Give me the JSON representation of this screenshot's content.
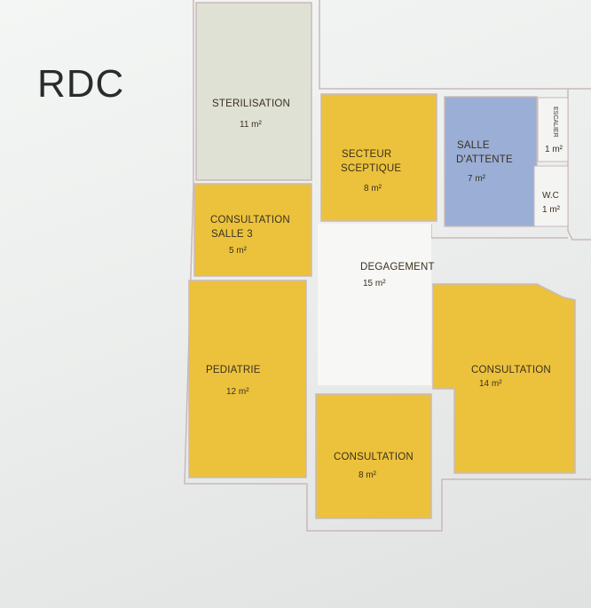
{
  "plan": {
    "floor_title": "RDC",
    "colors": {
      "room_yellow": "#ecc23c",
      "room_blue": "#9aaed6",
      "room_grey": "#dfe1d4",
      "wall": "#c9b9b9",
      "circulation": "#f7f7f5"
    },
    "rooms": {
      "sterilisation": {
        "name": "STERILISATION",
        "area": "11 m²"
      },
      "secteur_sceptique": {
        "name_line1": "SECTEUR",
        "name_line2": "SCEPTIQUE",
        "area": "8 m²"
      },
      "salle_attente": {
        "name_line1": "SALLE",
        "name_line2": "D'ATTENTE",
        "area": "7 m²"
      },
      "small_room": {
        "name": "ESCALIER",
        "area": "1 m²"
      },
      "wc": {
        "name": "W.C",
        "area": "1 m²"
      },
      "consultation_salle3": {
        "name_line1": "CONSULTATION",
        "name_line2": "SALLE 3",
        "area": "5 m²"
      },
      "degagement": {
        "name": "DEGAGEMENT",
        "area": "15 m²"
      },
      "pediatrie": {
        "name": "PEDIATRIE",
        "area": "12 m²"
      },
      "consultation_right": {
        "name": "CONSULTATION",
        "area": "14 m²"
      },
      "consultation_bottom": {
        "name": "CONSULTATION",
        "area": "8 m²"
      }
    }
  }
}
